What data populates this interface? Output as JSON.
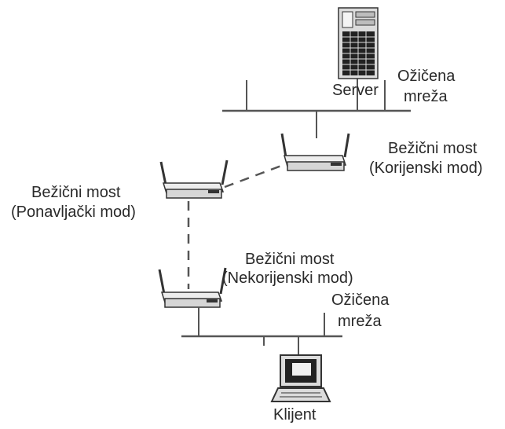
{
  "labels": {
    "server": "Server",
    "wired_top_line1": "Ožičena",
    "wired_top_line2": "mreža",
    "bridge_root_line1": "Bežični most",
    "bridge_root_line2": "(Korijenski mod)",
    "bridge_repeater_line1": "Bežični most",
    "bridge_repeater_line2": "(Ponavljački mod)",
    "bridge_nonroot_line1": "Bežični most",
    "bridge_nonroot_line2": "(Nekorijenski mod)",
    "wired_bottom_line1": "Ožičena",
    "wired_bottom_line2": "mreža",
    "client": "Klijent"
  },
  "colors": {
    "line": "#555555",
    "device_fill": "#e6e6e6",
    "device_dark": "#333333",
    "text": "#2a2a2a"
  },
  "icons": {
    "server": "server-tower-icon",
    "bridge": "wireless-bridge-icon",
    "client": "laptop-icon"
  }
}
